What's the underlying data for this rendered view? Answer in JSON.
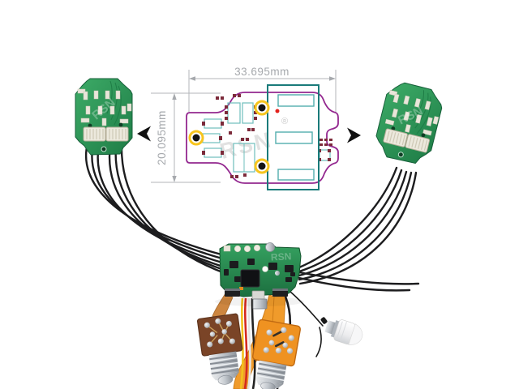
{
  "scene": {
    "kind": "product-dimension-diagram",
    "background": "#ffffff"
  },
  "brand": {
    "watermark": "RSN"
  },
  "diagram": {
    "width_label": "33.695mm",
    "height_label": "20.095mm",
    "registered_mark": "®",
    "colors": {
      "outline_purple": "#93278f",
      "teal_dark": "#1a7b7a",
      "teal_light": "#6fbfbc",
      "pad_maroon": "#7c2a3a",
      "hole_ring_yellow": "#f7c51e",
      "hole_center_black": "#141414",
      "test_point_red": "#e3211c",
      "dimension_gray": "#a6a9ad",
      "watermark_gray": "#dcdcdc"
    }
  },
  "icons": {
    "left_arrow": "arrowhead-left",
    "right_arrow": "arrowhead-right"
  },
  "hardware": {
    "colors": {
      "pcb_green": "#2f9e5f",
      "wire_black": "#1d1d1f",
      "connector_white": "#ece9dd",
      "flex_orange": "#f09b2b",
      "module_brown": "#7a4427",
      "module_orange": "#ef9221",
      "metal_silver": "#c9ced4",
      "wire_yellow": "#f2c11d",
      "wire_red": "#d42a1e",
      "wire_white": "#e8e8e8"
    },
    "parts": {
      "left_board": "wing-led-board",
      "right_board": "wing-led-board",
      "center_board": "controller-board",
      "brown_module": "threaded-stud-light-module",
      "orange_module": "threaded-stud-light-module",
      "bulb": "led-bulb"
    }
  }
}
